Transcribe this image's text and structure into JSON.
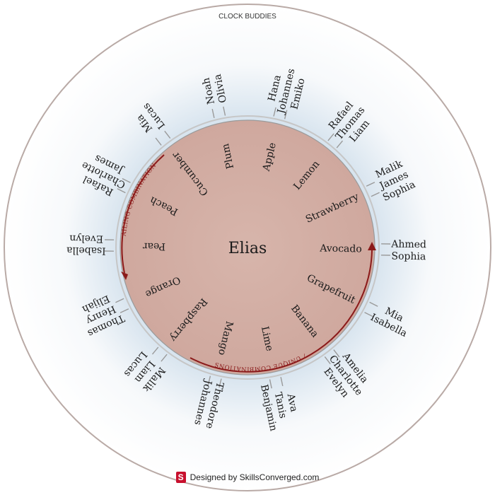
{
  "title": "CLOCK BUDDIES",
  "center_name": "Elias",
  "fruits": [
    "Plum",
    "Apple",
    "Lemon",
    "Strawberry",
    "Avocado",
    "Grapefruit",
    "Banana",
    "Lime",
    "Mango",
    "Raspberry",
    "Orange",
    "Pear",
    "Peach",
    "Cucumber"
  ],
  "buddy_groups": [
    [
      "Hana",
      "Johannes",
      "Emiko"
    ],
    [
      "Rafael",
      "Thomas",
      "Liam"
    ],
    [
      "Malik",
      "James",
      "Sophia"
    ],
    [
      "Ahmed",
      "Sophia"
    ],
    [
      "Mia",
      "Isabella"
    ],
    [
      "Amelia",
      "Charlotte",
      "Evelyn"
    ],
    [
      "Ava",
      "Tanis",
      "Benjamin"
    ],
    [
      "Theodore",
      "Johannes"
    ],
    [
      "Malik",
      "Liam",
      "Lucas"
    ],
    [
      "Thomas",
      "Henry",
      "Elijah"
    ],
    [
      "Isabella",
      "Evelyn"
    ],
    [
      "Rafael",
      "Charlotte",
      "James"
    ],
    [
      "Mia",
      "Lucas"
    ],
    [
      "Noah",
      "Olivia"
    ]
  ],
  "arc_right_label": "7 UNIQUE COMBINATIONS",
  "arc_left_label": "TRAILING COMBINATIONS: 5",
  "footer": {
    "text": "Designed by SkillsConverged.com",
    "logo_letter": "S"
  },
  "colors": {
    "inner_fill": "#d3aea4",
    "arrow": "#8b1a1a",
    "outer_border": "#b9aaa6",
    "separator": "#9a9a9a"
  }
}
